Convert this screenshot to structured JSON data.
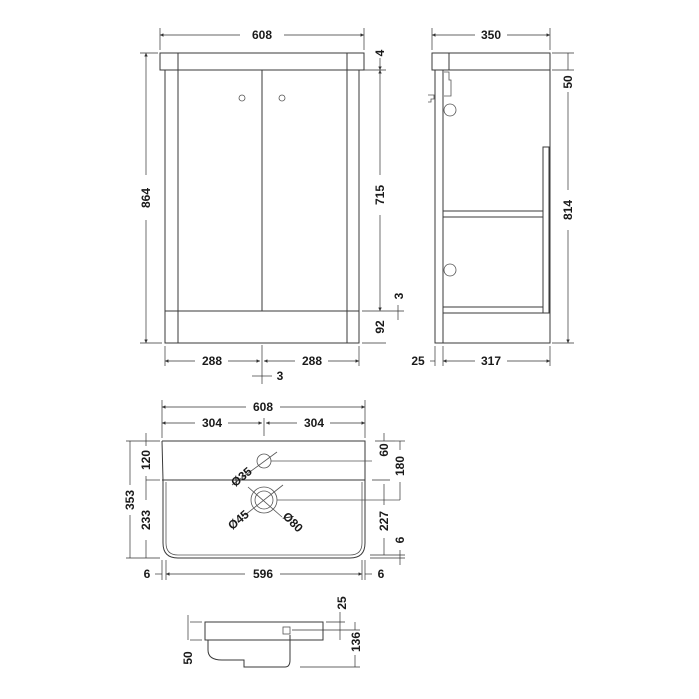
{
  "front_view": {
    "overall_width": "608",
    "overall_height": "864",
    "top_gap": "4",
    "door_height": "715",
    "plinth_gap": "3",
    "plinth_height": "92",
    "left_door_width": "288",
    "right_door_width": "288",
    "door_gap": "3"
  },
  "side_view": {
    "depth": "350",
    "top_height": "50",
    "carcass_height": "814",
    "door_thickness": "25",
    "inner_depth": "317"
  },
  "basin_plan": {
    "width": "608",
    "half_left": "304",
    "half_right": "304",
    "depth": "353",
    "deck_depth": "120",
    "bowl_depth": "233",
    "tap_offset": "60",
    "waste_offset": "180",
    "waste_to_front": "227",
    "front_lip": "6",
    "tap_hole_diameter": "Ø35",
    "waste_diameter": "Ø45",
    "waste_outer_diameter": "Ø80",
    "left_margin": "6",
    "bowl_width": "596",
    "right_margin": "6"
  },
  "basin_section": {
    "rim_height": "25",
    "total_height": "136",
    "bowl_offset": "50"
  }
}
